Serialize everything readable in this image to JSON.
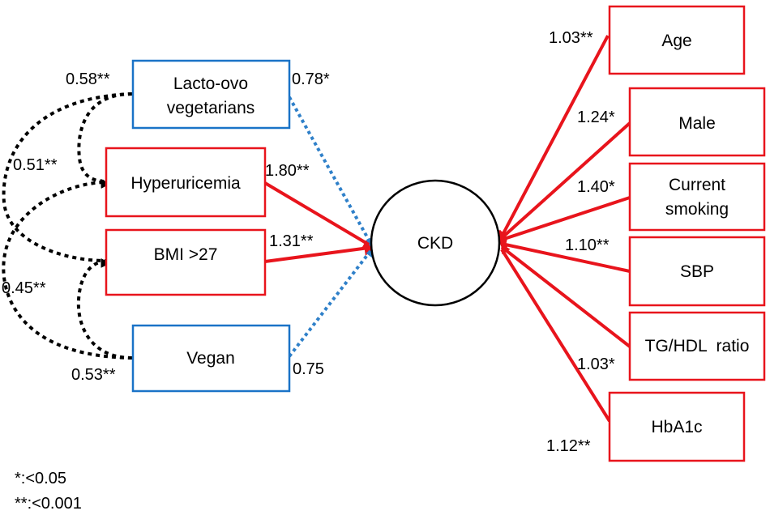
{
  "colors": {
    "red": "#e8141c",
    "blue": "#1a73c7",
    "black": "#000000",
    "dashed_blue": "#2f80c9"
  },
  "outcome": {
    "label": "CKD"
  },
  "left_nodes": [
    {
      "id": "lacto",
      "lines": [
        "Lacto-ovo",
        "vegetarians"
      ],
      "border": "blue"
    },
    {
      "id": "hyper",
      "lines": [
        "Hyperuricemia"
      ],
      "border": "red"
    },
    {
      "id": "bmi",
      "lines": [
        "BMI >27"
      ],
      "border": "red"
    },
    {
      "id": "vegan",
      "lines": [
        "Vegan"
      ],
      "border": "blue"
    }
  ],
  "right_nodes": [
    {
      "id": "age",
      "lines": [
        "Age"
      ]
    },
    {
      "id": "male",
      "lines": [
        "Male"
      ]
    },
    {
      "id": "smoke",
      "lines": [
        "Current",
        "smoking"
      ]
    },
    {
      "id": "sbp",
      "lines": [
        "SBP"
      ]
    },
    {
      "id": "tg",
      "lines": [
        "TG/HDL  ratio"
      ]
    },
    {
      "id": "hba1c",
      "lines": [
        "HbA1c"
      ]
    }
  ],
  "coefficients": {
    "lacto_ckd": "0.78*",
    "hyper_ckd": "1.80**",
    "bmi_ckd": "1.31**",
    "vegan_ckd": "0.75",
    "lacto_hyper": "0.58**",
    "lacto_bmi": "0.51**",
    "vegan_hyper": "0.45**",
    "vegan_bmi": "0.53**",
    "age": "1.03**",
    "male": "1.24*",
    "smoke": "1.40*",
    "sbp": "1.10**",
    "tg": "1.03*",
    "hba1c": "1.12**"
  },
  "legend": [
    "*:<0.05",
    "**:<0.001"
  ]
}
